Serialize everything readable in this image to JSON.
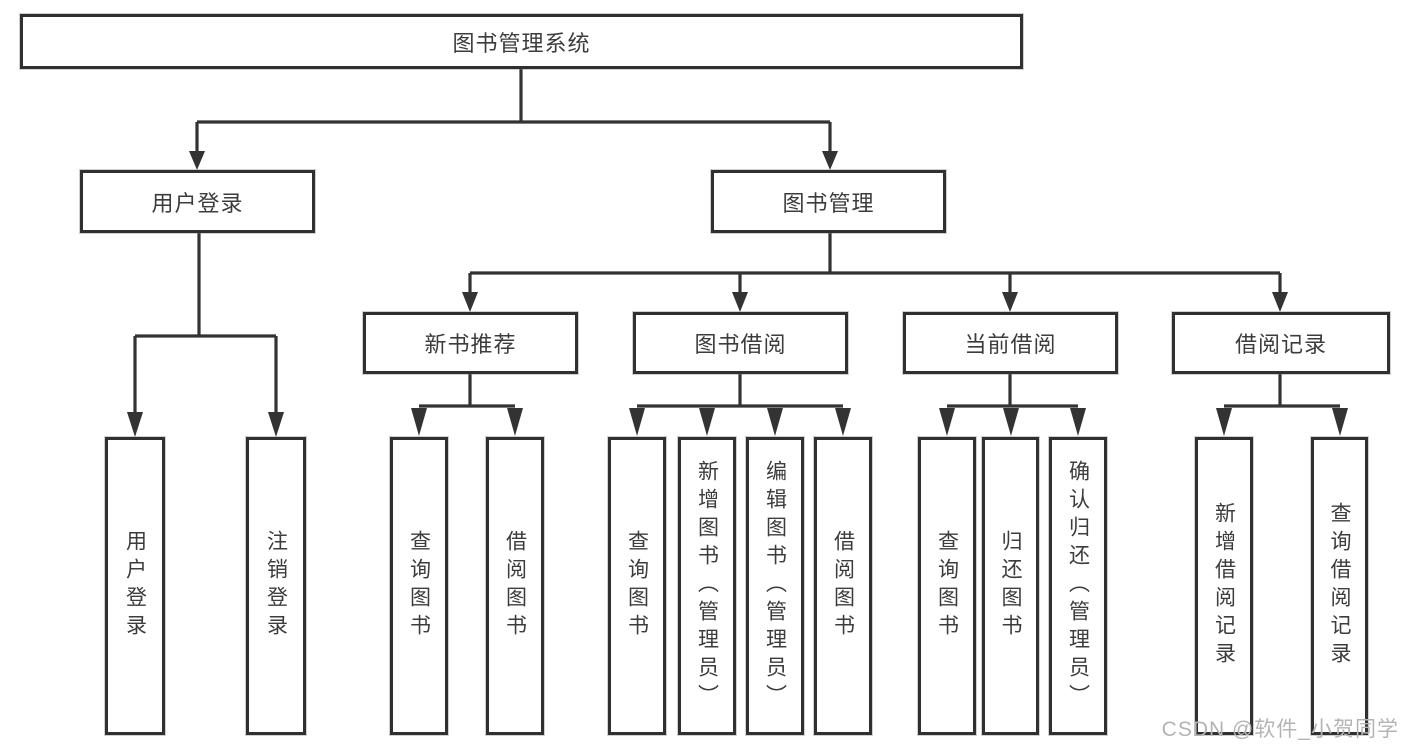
{
  "diagram": {
    "root": {
      "label": "图书管理系统"
    },
    "branches": [
      {
        "label": "用户登录",
        "children": [
          {
            "label": "用户登录"
          },
          {
            "label": "注销登录"
          }
        ]
      },
      {
        "label": "图书管理",
        "children": [
          {
            "label": "新书推荐",
            "children": [
              {
                "label": "查询图书"
              },
              {
                "label": "借阅图书"
              }
            ]
          },
          {
            "label": "图书借阅",
            "children": [
              {
                "label": "查询图书"
              },
              {
                "label": "新增图书（管理员）"
              },
              {
                "label": "编辑图书（管理员）"
              },
              {
                "label": "借阅图书"
              }
            ]
          },
          {
            "label": "当前借阅",
            "children": [
              {
                "label": "查询图书"
              },
              {
                "label": "归还图书"
              },
              {
                "label": "确认归还（管理员）"
              }
            ]
          },
          {
            "label": "借阅记录",
            "children": [
              {
                "label": "新增借阅记录"
              },
              {
                "label": "查询借阅记录"
              }
            ]
          }
        ]
      }
    ],
    "watermark": "CSDN @软件_小贺同学",
    "colors": {
      "line": "#333333",
      "box_border": "#303030",
      "text": "#3c3c3c",
      "watermark": "#b4b4b4",
      "background": "#ffffff"
    }
  }
}
